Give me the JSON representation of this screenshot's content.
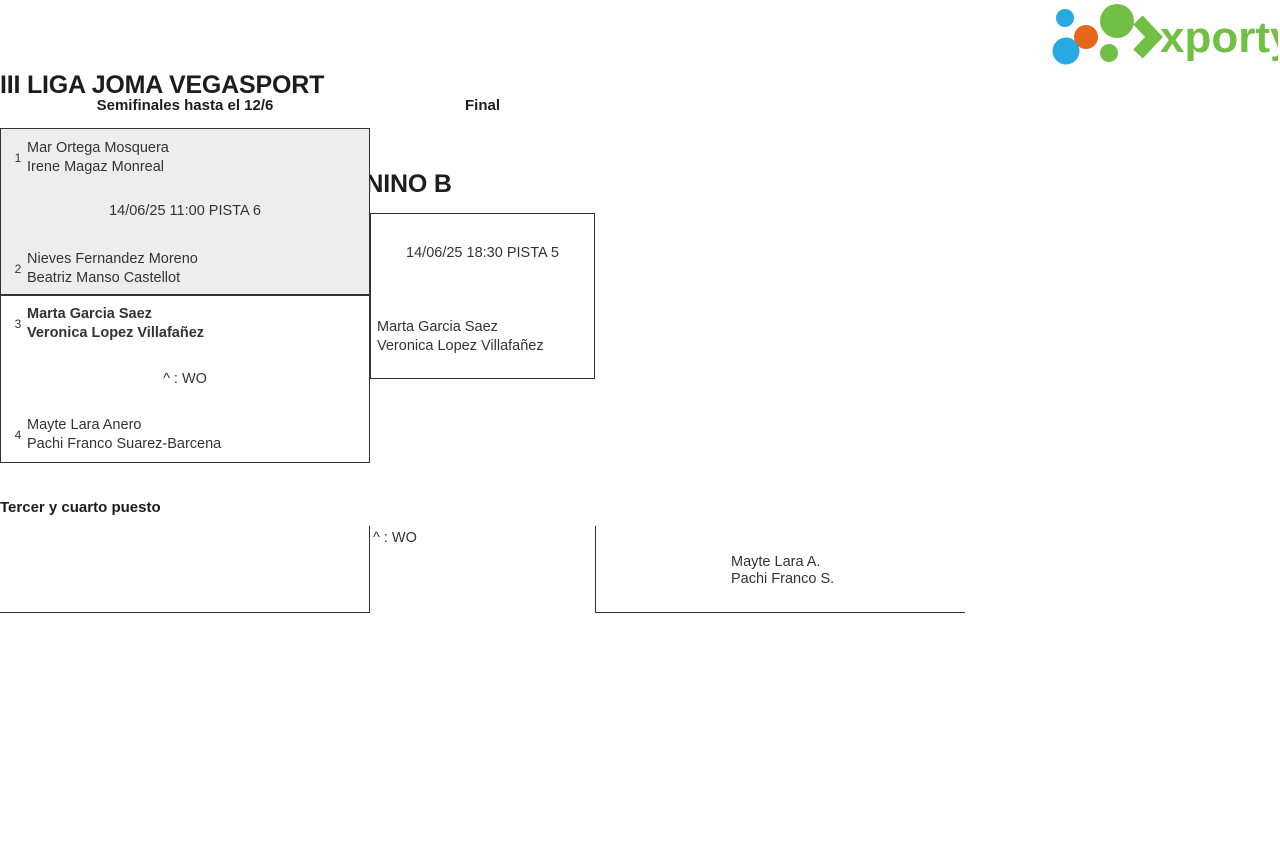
{
  "header": {
    "title_line1": "III LIGA JOMA VEGASPORT",
    "title_line2": "FASE FINAL CUADRO B. FEMENINO B",
    "logo_text": "xporty",
    "logo_colors": {
      "green": "#71bf44",
      "blue": "#27a9e1",
      "orange": "#e8661a"
    }
  },
  "rounds": {
    "semifinals_label": "Semifinales hasta el 12/6",
    "final_label": "Final"
  },
  "semifinal_1": {
    "team_top": {
      "seed": "1",
      "player1": "Mar Ortega Mosquera",
      "player2": "Irene Magaz Monreal",
      "winner": false
    },
    "team_bottom": {
      "seed": "2",
      "player1": "Nieves Fernandez Moreno",
      "player2": "Beatriz Manso Castellot",
      "winner": false
    },
    "meta": "14/06/25 11:00 PISTA 6"
  },
  "semifinal_2": {
    "team_top": {
      "seed": "3",
      "player1": "Marta Garcia Saez",
      "player2": "Veronica Lopez Villafañez",
      "winner": true
    },
    "team_bottom": {
      "seed": "4",
      "player1": "Mayte Lara Anero",
      "player2": "Pachi Franco Suarez-Barcena",
      "winner": false
    },
    "meta": "^ : WO"
  },
  "final": {
    "meta": "14/06/25 18:30 PISTA 5",
    "winner_player1": "Marta Garcia Saez",
    "winner_player2": "Veronica Lopez Villafañez"
  },
  "third_place": {
    "heading": "Tercer y cuarto puesto",
    "score": "^ : WO",
    "winner_player1": "Mayte Lara A.",
    "winner_player2": "Pachi Franco S."
  }
}
